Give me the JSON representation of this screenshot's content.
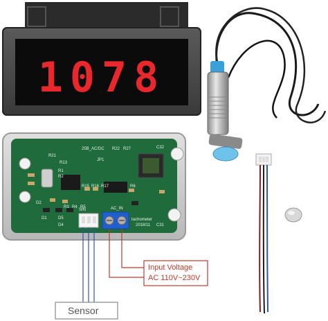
{
  "display": {
    "reading": "1078",
    "digit_color": "#e8282c"
  },
  "pcb": {
    "silkscreen": {
      "r21": "R21",
      "r13": "R13",
      "r1": "R1",
      "r2": "R2",
      "r3": "R3",
      "r4": "R4",
      "r5": "R5",
      "r6": "R6",
      "r15": "R15",
      "r16": "R16",
      "r17": "R17",
      "r22": "R22",
      "r27": "R27",
      "jp1": "JP1",
      "power_label": "25B_AC/DC",
      "c32": "C32",
      "c31": "C31",
      "d1": "D1",
      "d2": "D2",
      "d4": "D4",
      "d5": "D5",
      "sig": "SIN",
      "ac_in": "AC_IN",
      "product_name": "tachometer",
      "date": "2018/11"
    },
    "board_color": "#1f6b3b"
  },
  "callouts": {
    "input_voltage": {
      "line1": "Input Voltage",
      "line2": "AC 110V~230V"
    },
    "sensor": {
      "label": "Sensor"
    }
  },
  "colors": {
    "callout_red": "#c0392b",
    "sensor_blue": "#2f4fbf",
    "terminal_blue": "#1f5fcf",
    "sensor_cap_blue": "#3aa0d8"
  }
}
